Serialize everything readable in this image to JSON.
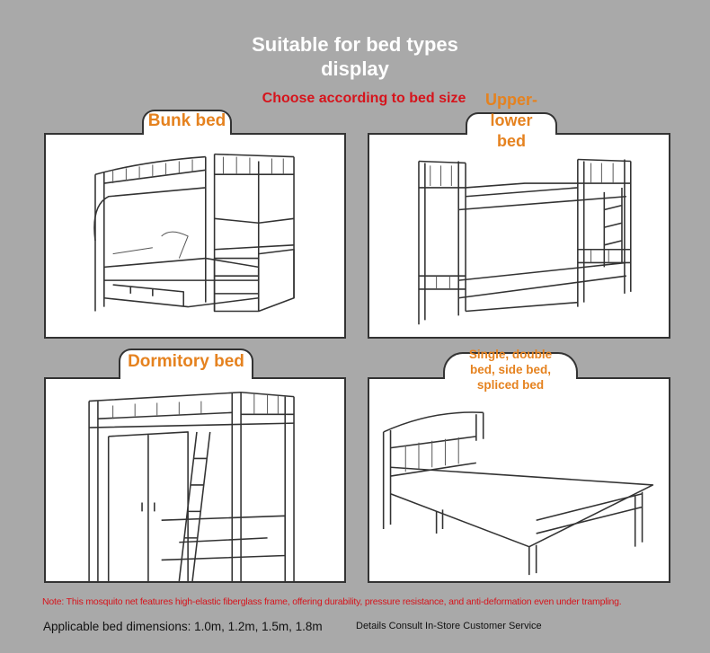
{
  "header": {
    "title_line1": "Suitable for bed types",
    "title_line2": "display",
    "subtitle": "Choose according to bed size"
  },
  "panels": [
    {
      "label": "Bunk bed"
    },
    {
      "label_lines": [
        "Upper-",
        "lower",
        "bed"
      ]
    },
    {
      "label": "Dormitory bed"
    },
    {
      "label_lines": [
        "Single, double",
        "bed, side bed,",
        "spliced bed"
      ]
    }
  ],
  "footer": {
    "note": "Note: This mosquito net features high-elastic fiberglass frame, offering durability, pressure resistance, and anti-deformation even under trampling.",
    "dimensions": "Applicable bed dimensions: 1.0m, 1.2m, 1.5m, 1.8m",
    "consult": "Details Consult In-Store Customer Service"
  },
  "colors": {
    "background": "#a9a9a9",
    "accent_orange": "#e5821f",
    "note_red": "#d6141c"
  }
}
